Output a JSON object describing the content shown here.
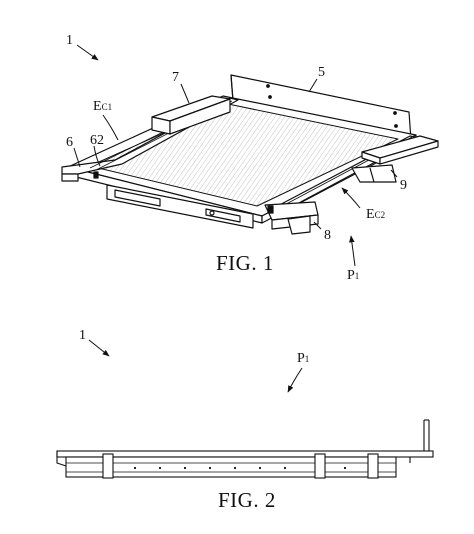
{
  "figures": [
    {
      "caption": "FIG. 1",
      "refs": {
        "assembly": "1",
        "back_plate": "5",
        "left_rail": "6",
        "rail_edge": "62",
        "left_pad": "7",
        "right_pad": "8",
        "right_bracket": "9",
        "edge_c1": {
          "main": "E",
          "sub": "C1"
        },
        "edge_c2": {
          "main": "E",
          "sub": "C2"
        },
        "plane": {
          "main": "P",
          "sub": "1"
        }
      }
    },
    {
      "caption": "FIG. 2",
      "refs": {
        "assembly": "1",
        "plane": {
          "main": "P",
          "sub": "1"
        }
      }
    }
  ],
  "colors": {
    "ink": "#111111",
    "paper": "#ffffff",
    "hatch": "#9a9a9a"
  }
}
